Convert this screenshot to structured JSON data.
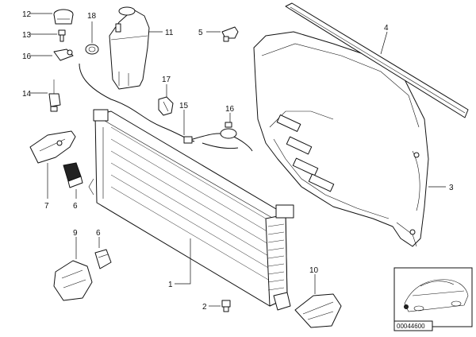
{
  "diagram": {
    "callouts": [
      {
        "id": "c12",
        "text": "12"
      },
      {
        "id": "c13",
        "text": "13"
      },
      {
        "id": "c16a",
        "text": "16"
      },
      {
        "id": "c18",
        "text": "18"
      },
      {
        "id": "c11",
        "text": "11"
      },
      {
        "id": "c5",
        "text": "5"
      },
      {
        "id": "c4",
        "text": "4"
      },
      {
        "id": "c14",
        "text": "14"
      },
      {
        "id": "c17",
        "text": "17"
      },
      {
        "id": "c15",
        "text": "15"
      },
      {
        "id": "c16b",
        "text": "16"
      },
      {
        "id": "c3",
        "text": "3"
      },
      {
        "id": "c7",
        "text": "7"
      },
      {
        "id": "c6a",
        "text": "6"
      },
      {
        "id": "c9",
        "text": "9"
      },
      {
        "id": "c6b",
        "text": "6"
      },
      {
        "id": "c1",
        "text": "1"
      },
      {
        "id": "c10",
        "text": "10"
      },
      {
        "id": "c2",
        "text": "2"
      }
    ],
    "reference_id": "00044600"
  }
}
